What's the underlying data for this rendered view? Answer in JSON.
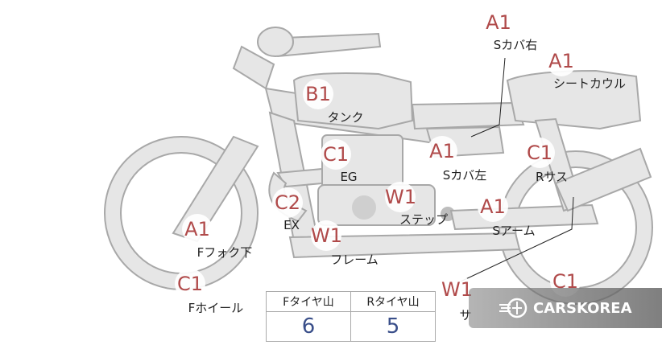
{
  "parts": [
    {
      "id": "s-cover-right",
      "grade": "A1",
      "label": "Sカバ右"
    },
    {
      "id": "seat-cowl",
      "grade": "A1",
      "label": "シートカウル"
    },
    {
      "id": "tank",
      "grade": "B1",
      "label": "タンク"
    },
    {
      "id": "engine",
      "grade": "C1",
      "label": "EG"
    },
    {
      "id": "s-cover-left",
      "grade": "A1",
      "label": "Sカバ左"
    },
    {
      "id": "r-suspension",
      "grade": "C1",
      "label": "Rサス"
    },
    {
      "id": "exhaust",
      "grade": "C2",
      "label": "EX"
    },
    {
      "id": "step",
      "grade": "W1",
      "label": "ステップ"
    },
    {
      "id": "swing-arm",
      "grade": "A1",
      "label": "Sアーム"
    },
    {
      "id": "f-fork-lower",
      "grade": "A1",
      "label": "Fフォク下"
    },
    {
      "id": "frame",
      "grade": "W1",
      "label": "フレーム"
    },
    {
      "id": "f-wheel",
      "grade": "C1",
      "label": "Fホイール"
    },
    {
      "id": "partial-lower",
      "grade": "W1",
      "label": "サ"
    },
    {
      "id": "r-wheel",
      "grade": "C1",
      "label": ""
    }
  ],
  "tire_table": {
    "headers": [
      "Fタイヤ山",
      "Rタイヤ山"
    ],
    "values": [
      "6",
      "5"
    ]
  },
  "watermark": {
    "text": "CARSKOREA",
    "icon": "carskorea-logo-icon"
  },
  "colors": {
    "grade_text": "#b04a4a",
    "tire_value": "#3a4f8a",
    "part_fill": "#e6e6e6",
    "part_stroke": "#a8a8a8"
  }
}
